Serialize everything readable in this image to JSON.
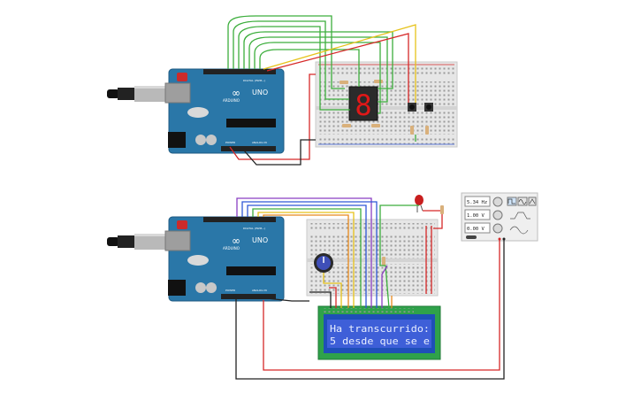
{
  "boards": {
    "top": {
      "logo": "∞",
      "brand": "ARDUINO",
      "model": "UNO",
      "digital_label": "DIGITAL (PWM~)",
      "power_label": "POWER",
      "analog_label": "ANALOG IN"
    },
    "bottom": {
      "logo": "∞",
      "brand": "ARDUINO",
      "model": "UNO",
      "digital_label": "DIGITAL (PWM~)",
      "power_label": "POWER",
      "analog_label": "ANALOG IN"
    }
  },
  "seven_segment": {
    "digit": "8"
  },
  "lcd": {
    "line1": "Ha transcurrido:",
    "line2": "5 desde que se e"
  },
  "function_generator": {
    "frequency": "5.34 Hz",
    "amplitude": "1.00 V",
    "offset": "0.00 V"
  },
  "colors": {
    "board": "#2a77a8",
    "wire_green": "#3cae3c",
    "wire_red": "#d62828",
    "wire_yellow": "#e6c21a",
    "wire_black": "#222222",
    "wire_purple": "#8a3fc2",
    "wire_blue": "#2f57d6",
    "wire_orange": "#e8891c",
    "lcd_bg": "#3e5fd8",
    "lcd_pcb": "#2fa24a",
    "segment_red": "#e01818"
  }
}
